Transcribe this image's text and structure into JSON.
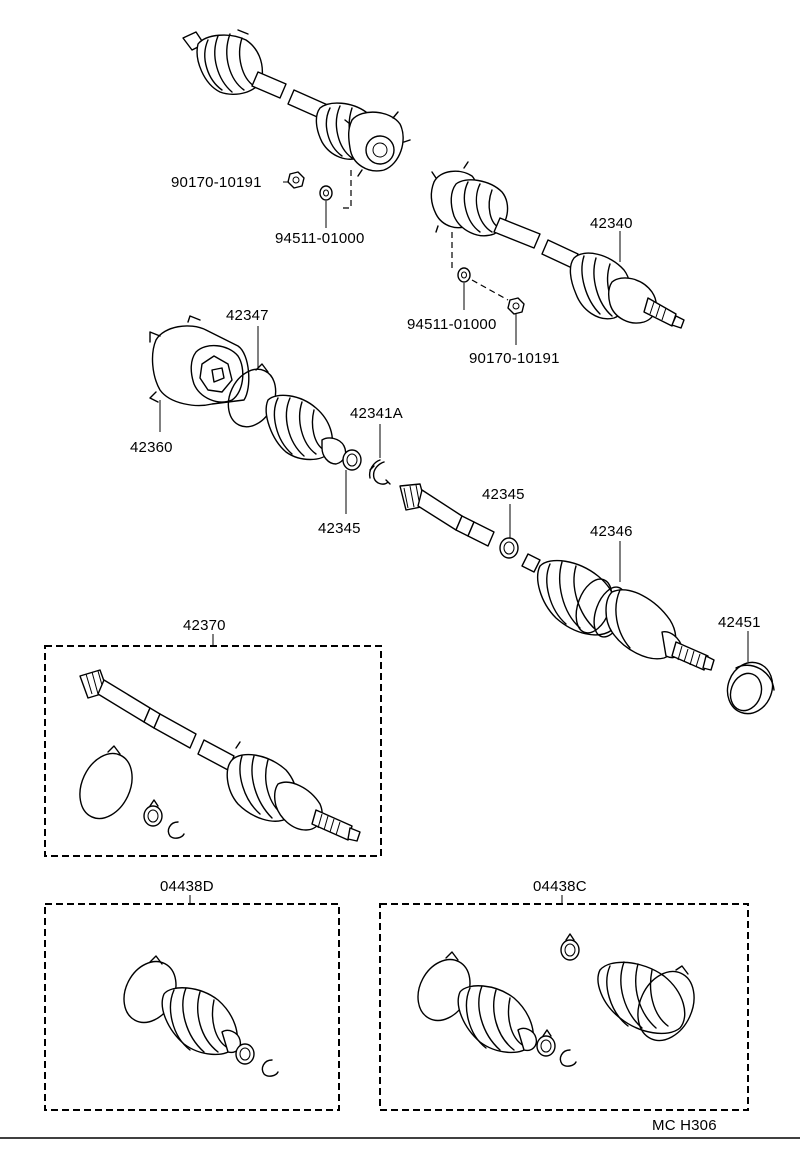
{
  "labels": {
    "nut_upper": "90170-10191",
    "washer_upper": "94511-01000",
    "shaft_rh": "42340",
    "washer_mid": "94511-01000",
    "nut_mid": "90170-10191",
    "band_large": "42347",
    "housing": "42360",
    "snap_ring": "42341A",
    "band_small_left": "42345",
    "band_small_right": "42345",
    "boot": "42346",
    "dust_cover": "42451",
    "shaft_lh": "42370",
    "boot_kit_inboard": "04438D",
    "boot_kit_outboard": "04438C",
    "figure_code": "MC H306"
  }
}
